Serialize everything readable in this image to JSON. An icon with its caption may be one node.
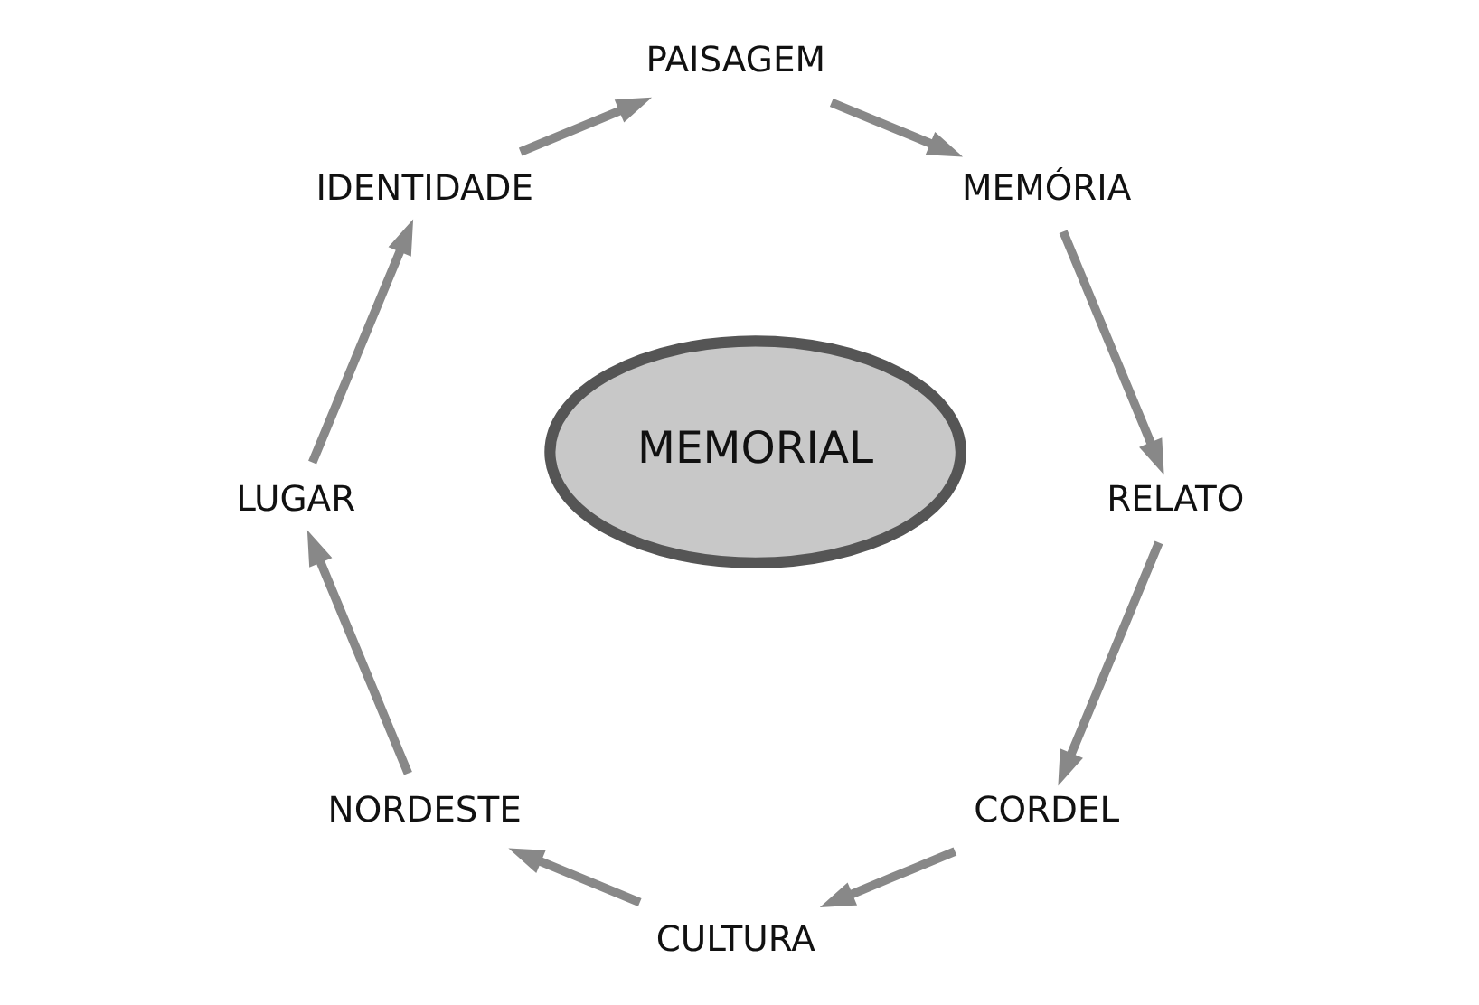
{
  "diagram": {
    "nodes": [
      {
        "text": [
          "CORDEL"
        ]
      },
      {
        "text": [
          "RELATO"
        ]
      },
      {
        "text": [
          "CULTURA"
        ]
      },
      {
        "text": [
          "MEMÓRIA"
        ]
      },
      {
        "text": [
          "MEMORIAL"
        ]
      },
      {
        "text": [
          "NORDESTE"
        ]
      },
      {
        "text": [
          "PAISAGEM"
        ]
      },
      {
        "text": [
          "LUGAR"
        ]
      },
      {
        "text": [
          "IDENTIDADE"
        ]
      }
    ],
    "edges": [
      {
        "from": 1,
        "to": 0,
        "arrow": "to"
      },
      {
        "from": 0,
        "to": 2,
        "arrow": "to"
      },
      {
        "from": 2,
        "to": 5,
        "arrow": "to"
      },
      {
        "from": 5,
        "to": 7,
        "arrow": "to"
      },
      {
        "from": 7,
        "to": 8,
        "arrow": "to"
      },
      {
        "from": 8,
        "to": 6,
        "arrow": "to"
      },
      {
        "from": 6,
        "to": 3,
        "arrow": "to"
      },
      {
        "from": 3,
        "to": 1,
        "arrow": "to"
      }
    ]
  }
}
